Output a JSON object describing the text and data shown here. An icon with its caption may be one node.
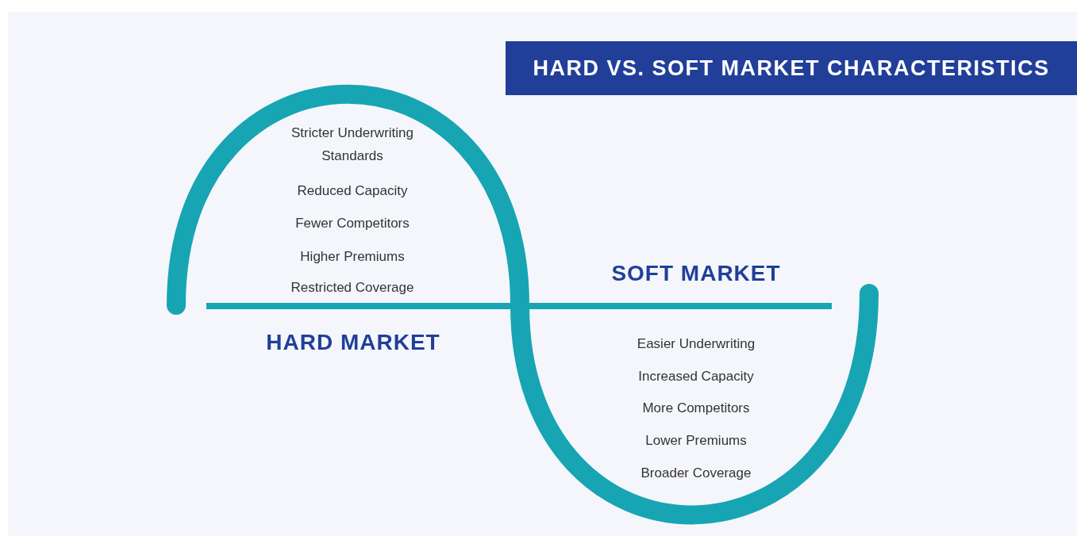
{
  "diagram": {
    "title": "HARD VS. SOFT MARKET CHARACTERISTICS",
    "labels": [
      "Stricter Underwriting Standards",
      "Reduced Capacity",
      "Fewer Competitors",
      "Higher Premiums",
      "Restricted Coverage",
      "SOFT MARKET",
      "HARD MARKET",
      "Easier Underwriting",
      "Increased Capacity",
      "More Competitors",
      "Lower Premiums",
      "Broader Coverage"
    ]
  }
}
